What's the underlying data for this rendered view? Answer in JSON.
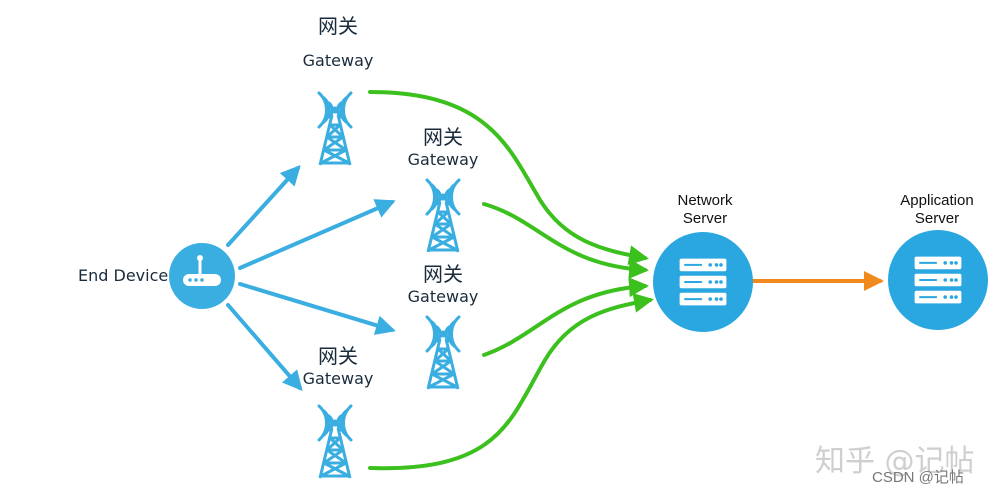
{
  "gateways": [
    {
      "cn": "网关",
      "en": "Gateway"
    },
    {
      "cn": "网关",
      "en": "Gateway"
    },
    {
      "cn": "网关",
      "en": "Gateway"
    },
    {
      "cn": "网关",
      "en": "Gateway"
    }
  ],
  "end_device": {
    "label": "End Device",
    "icon": "router-icon"
  },
  "network_server": {
    "line1": "Network",
    "line2": "Server",
    "icon": "server-rack-icon"
  },
  "application_server": {
    "line1": "Application",
    "line2": "Server",
    "icon": "server-rack-icon"
  },
  "watermark": {
    "zhihu": "知乎 @记帖",
    "csdn": "CSDN @记帖"
  },
  "colors": {
    "device_blue": "#3aaee0",
    "node_blue": "#2aa7e0",
    "uplink_green": "#3cc01e",
    "app_link_orange": "#f08a1c"
  }
}
